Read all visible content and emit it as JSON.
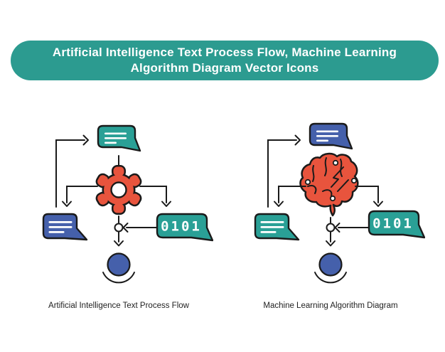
{
  "header": {
    "title_line1": "Artificial Intelligence Text Process Flow, Machine Learning",
    "title_line2": "Algorithm Diagram Vector Icons"
  },
  "colors": {
    "banner_teal": "#2c9b90",
    "icon_teal": "#2aa096",
    "icon_blue": "#4560ab",
    "icon_red": "#e8543d",
    "outline": "#1a1a1a",
    "caption_text": "#1f1f1f",
    "background": "#ffffff",
    "bubble_text_lines": "#ffffff"
  },
  "diagrams": [
    {
      "caption": "Artificial Intelligence Text Process Flow",
      "center_icon": "gear-icon",
      "top_bubble_color": "teal",
      "side_bubble_color": "blue",
      "binary_label": "0101"
    },
    {
      "caption": "Machine Learning Algorithm Diagram",
      "center_icon": "brain-icon",
      "top_bubble_color": "blue",
      "side_bubble_color": "teal",
      "binary_label": "0101"
    }
  ]
}
